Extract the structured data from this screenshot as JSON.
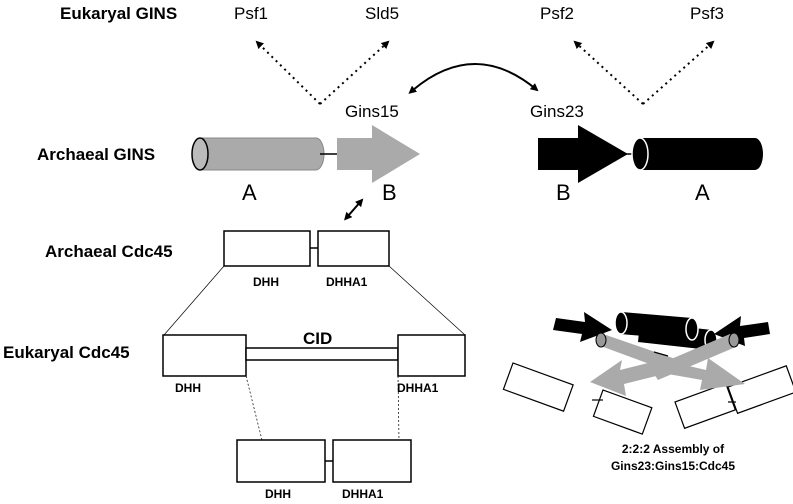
{
  "labels": {
    "eukaryal_gins": "Eukaryal GINS",
    "archaeal_gins": "Archaeal GINS",
    "archaeal_cdc45": "Archaeal Cdc45",
    "eukaryal_cdc45": "Eukaryal Cdc45"
  },
  "subunits": {
    "psf1": "Psf1",
    "sld5": "Sld5",
    "psf2": "Psf2",
    "psf3": "Psf3",
    "gins15": "Gins15",
    "gins23": "Gins23"
  },
  "domains": {
    "a_left": "A",
    "b_left": "B",
    "b_right": "B",
    "a_right": "A",
    "dhh_archaeal": "DHH",
    "dhha1_archaeal": "DHHA1",
    "cid": "CID",
    "dhh_eukaryal": "DHH",
    "dhha1_eukaryal": "DHHA1",
    "dhh_bottom": "DHH",
    "dhha1_bottom": "DHHA1"
  },
  "assembly": {
    "line1": "2:2:2 Assembly of",
    "line2": "Gins23:Gins15:Cdc45"
  },
  "colors": {
    "gray": "#aaaaaa",
    "black": "#000000"
  }
}
